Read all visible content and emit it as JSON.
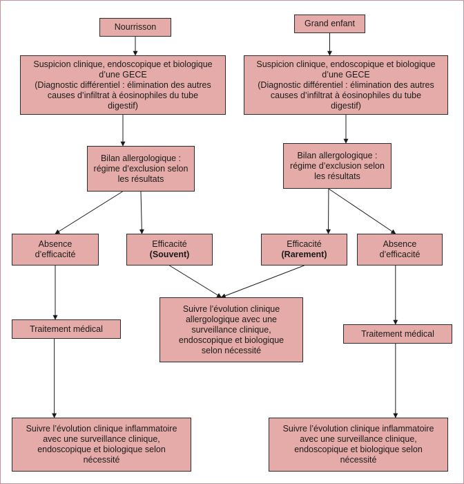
{
  "diagram": {
    "nodes": {
      "n_nourrisson": {
        "lines": [
          "Nourrisson"
        ]
      },
      "n_grand_enfant": {
        "lines": [
          "Grand enfant"
        ]
      },
      "n_suspicion_left": {
        "lines": [
          "Suspicion clinique, endoscopique et biologique",
          "d’une GECE",
          "(Diagnostic différentiel : élimination des autres",
          "causes d’infiltrat à éosinophiles du tube",
          "digestif)"
        ]
      },
      "n_suspicion_right": {
        "lines": [
          "Suspicion clinique, endoscopique et biologique",
          "d’une GECE",
          "(Diagnostic différentiel : élimination des autres",
          "causes d’infiltrat à éosinophiles du tube",
          "digestif)"
        ]
      },
      "n_bilan_left": {
        "lines": [
          "Bilan allergologique :",
          "régime d’exclusion selon",
          "les résultats"
        ]
      },
      "n_bilan_right": {
        "lines": [
          "Bilan allergologique :",
          "régime d’exclusion selon",
          "les résultats"
        ]
      },
      "n_absence_left": {
        "lines": [
          "Absence",
          "d’efficacité"
        ]
      },
      "n_efficacite_souvent": {
        "lines": [
          "Efficacité"
        ],
        "bold_line": "(Souvent)"
      },
      "n_efficacite_rarement": {
        "lines": [
          "Efficacité"
        ],
        "bold_line": "(Rarement)"
      },
      "n_absence_right": {
        "lines": [
          "Absence",
          "d’efficacité"
        ]
      },
      "n_traitement_left": {
        "lines": [
          "Traitement médical"
        ]
      },
      "n_traitement_right": {
        "lines": [
          "Traitement médical"
        ]
      },
      "n_suivre_allergo": {
        "lines": [
          "Suivre l’évolution clinique",
          "allergologique avec une",
          "surveillance clinique,",
          "endoscopique et biologique",
          "selon nécessité"
        ]
      },
      "n_suivre_left": {
        "lines": [
          "Suivre l’évolution clinique inflammatoire",
          "avec une surveillance clinique,",
          "endoscopique et biologique selon",
          "nécessité"
        ]
      },
      "n_suivre_right": {
        "lines": [
          "Suivre l’évolution clinique inflammatoire",
          "avec une surveillance clinique,",
          "endoscopique et biologique selon",
          "nécessité"
        ]
      }
    },
    "edges": [
      {
        "from": "n_nourrisson",
        "to": "n_suspicion_left"
      },
      {
        "from": "n_suspicion_left",
        "to": "n_bilan_left"
      },
      {
        "from": "n_bilan_left",
        "to": "n_absence_left"
      },
      {
        "from": "n_bilan_left",
        "to": "n_efficacite_souvent"
      },
      {
        "from": "n_absence_left",
        "to": "n_traitement_left"
      },
      {
        "from": "n_traitement_left",
        "to": "n_suivre_left"
      },
      {
        "from": "n_efficacite_souvent",
        "to": "n_suivre_allergo"
      },
      {
        "from": "n_grand_enfant",
        "to": "n_suspicion_right"
      },
      {
        "from": "n_suspicion_right",
        "to": "n_bilan_right"
      },
      {
        "from": "n_bilan_right",
        "to": "n_efficacite_rarement"
      },
      {
        "from": "n_bilan_right",
        "to": "n_absence_right"
      },
      {
        "from": "n_absence_right",
        "to": "n_traitement_right"
      },
      {
        "from": "n_traitement_right",
        "to": "n_suivre_right"
      },
      {
        "from": "n_efficacite_rarement",
        "to": "n_suivre_allergo"
      }
    ],
    "colors": {
      "box_fill": "#e5aba9",
      "box_border": "#2b2b2b",
      "frame_border": "#c7919a",
      "arrow": "#1a1a1a"
    }
  }
}
